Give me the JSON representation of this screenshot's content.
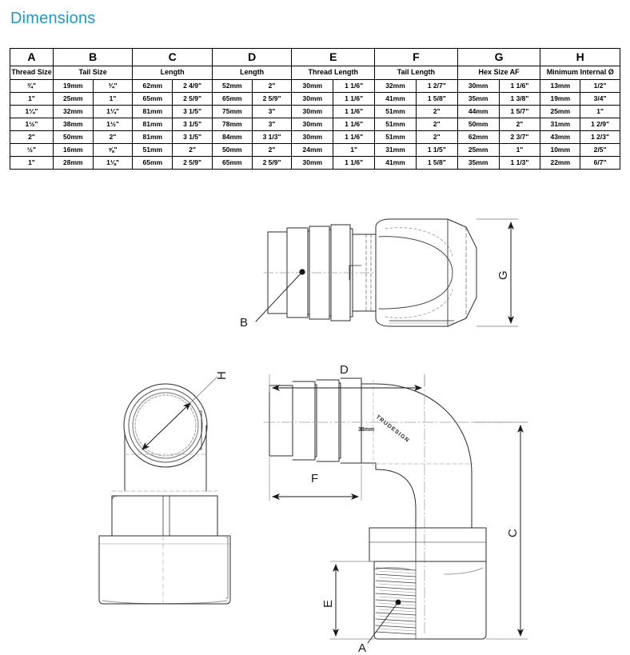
{
  "page": {
    "title": "Dimensions",
    "title_color": "#1a9ac6"
  },
  "table": {
    "letters": [
      "A",
      "B",
      "C",
      "D",
      "E",
      "F",
      "G",
      "H"
    ],
    "subheaders": [
      "Thread Size",
      "Tail Size",
      "Length",
      "Length",
      "Thread Length",
      "Tail Length",
      "Hex Size AF",
      "Minimum Internal Ø"
    ],
    "rows": [
      {
        "A": "¾\"",
        "B_mm": "19mm",
        "B_in": "¾\"",
        "C_mm": "62mm",
        "C_in": "2 4/9\"",
        "D_mm": "52mm",
        "D_in": "2\"",
        "E_mm": "30mm",
        "E_in": "1 1/6\"",
        "F_mm": "32mm",
        "F_in": "1 2/7\"",
        "G_mm": "30mm",
        "G_in": "1 1/6\"",
        "H_mm": "13mm",
        "H_in": "1/2\""
      },
      {
        "A": "1\"",
        "B_mm": "25mm",
        "B_in": "1\"",
        "C_mm": "65mm",
        "C_in": "2 5/9\"",
        "D_mm": "65mm",
        "D_in": "2 5/9\"",
        "E_mm": "30mm",
        "E_in": "1 1/6\"",
        "F_mm": "41mm",
        "F_in": "1 5/8\"",
        "G_mm": "35mm",
        "G_in": "1 3/8\"",
        "H_mm": "19mm",
        "H_in": "3/4\""
      },
      {
        "A": "1¼\"",
        "B_mm": "32mm",
        "B_in": "1¼\"",
        "C_mm": "81mm",
        "C_in": "3 1/5\"",
        "D_mm": "75mm",
        "D_in": "3\"",
        "E_mm": "30mm",
        "E_in": "1 1/6\"",
        "F_mm": "51mm",
        "F_in": "2\"",
        "G_mm": "44mm",
        "G_in": "1 5/7\"",
        "H_mm": "25mm",
        "H_in": "1\""
      },
      {
        "A": "1½\"",
        "B_mm": "38mm",
        "B_in": "1½\"",
        "C_mm": "81mm",
        "C_in": "3 1/5\"",
        "D_mm": "78mm",
        "D_in": "3\"",
        "E_mm": "30mm",
        "E_in": "1 1/6\"",
        "F_mm": "51mm",
        "F_in": "2\"",
        "G_mm": "50mm",
        "G_in": "2\"",
        "H_mm": "31mm",
        "H_in": "1 2/9\""
      },
      {
        "A": "2\"",
        "B_mm": "50mm",
        "B_in": "2\"",
        "C_mm": "81mm",
        "C_in": "3 1/5\"",
        "D_mm": "84mm",
        "D_in": "3 1/3\"",
        "E_mm": "30mm",
        "E_in": "1 1/6\"",
        "F_mm": "51mm",
        "F_in": "2\"",
        "G_mm": "62mm",
        "G_in": "2 3/7\"",
        "H_mm": "43mm",
        "H_in": "1 2/3\""
      },
      {
        "A": "½\"",
        "B_mm": "16mm",
        "B_in": "⅝\"",
        "C_mm": "51mm",
        "C_in": "2\"",
        "D_mm": "50mm",
        "D_in": "2\"",
        "E_mm": "24mm",
        "E_in": "1\"",
        "F_mm": "31mm",
        "F_in": "1 1/5\"",
        "G_mm": "25mm",
        "G_in": "1\"",
        "H_mm": "10mm",
        "H_in": "2/5\""
      },
      {
        "A": "1\"",
        "B_mm": "28mm",
        "B_in": "1⅛\"",
        "C_mm": "65mm",
        "C_in": "2 5/9\"",
        "D_mm": "65mm",
        "D_in": "2 5/9\"",
        "E_mm": "30mm",
        "E_in": "1 1/6\"",
        "F_mm": "41mm",
        "F_in": "1 5/8\"",
        "G_mm": "35mm",
        "G_in": "1 1/3\"",
        "H_mm": "22mm",
        "H_in": "6/7\""
      }
    ]
  },
  "drawings": {
    "top_view": {
      "callout_b": "B",
      "dimension_g": "G"
    },
    "front_view": {
      "callout_h": "H"
    },
    "side_view": {
      "dimension_d": "D",
      "dimension_f": "F",
      "dimension_c": "C",
      "dimension_e": "E",
      "callout_a": "A",
      "size_marking": "38mm",
      "brand_marking": "TRUDESIGN"
    }
  }
}
